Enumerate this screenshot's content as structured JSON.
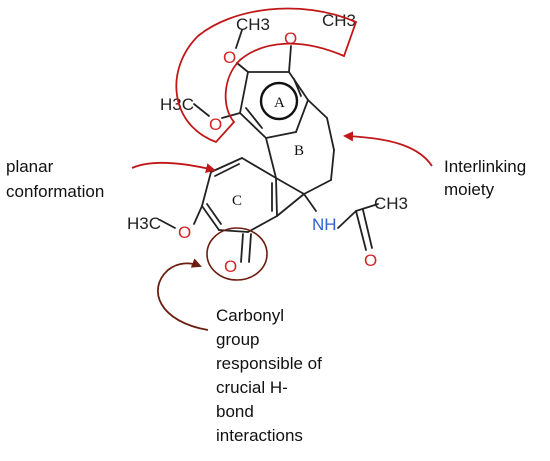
{
  "colors": {
    "bond": "#222222",
    "oxygen": "#d32626",
    "nitrogen": "#2f5fd0",
    "highlight_red": "#c01818",
    "highlight_brown": "#6b1e10"
  },
  "atoms": {
    "ch3_top_left": "CH3",
    "ch3_top_right": "CH3",
    "h3c_left": "H3C",
    "h3c_ring_c": "H3C",
    "ch3_acetyl": "CH3",
    "nh": "NH",
    "oxygen": "O"
  },
  "rings": {
    "a": "A",
    "b": "B",
    "c": "C"
  },
  "annotations": {
    "planar_line1": "planar",
    "planar_line2": "conformation",
    "interlinking_line1": "Interlinking",
    "interlinking_line2": "moiety",
    "carbonyl_lines": [
      "Carbonyl",
      "group",
      "responsible of",
      "crucial H-",
      "bond",
      "interactions"
    ]
  }
}
